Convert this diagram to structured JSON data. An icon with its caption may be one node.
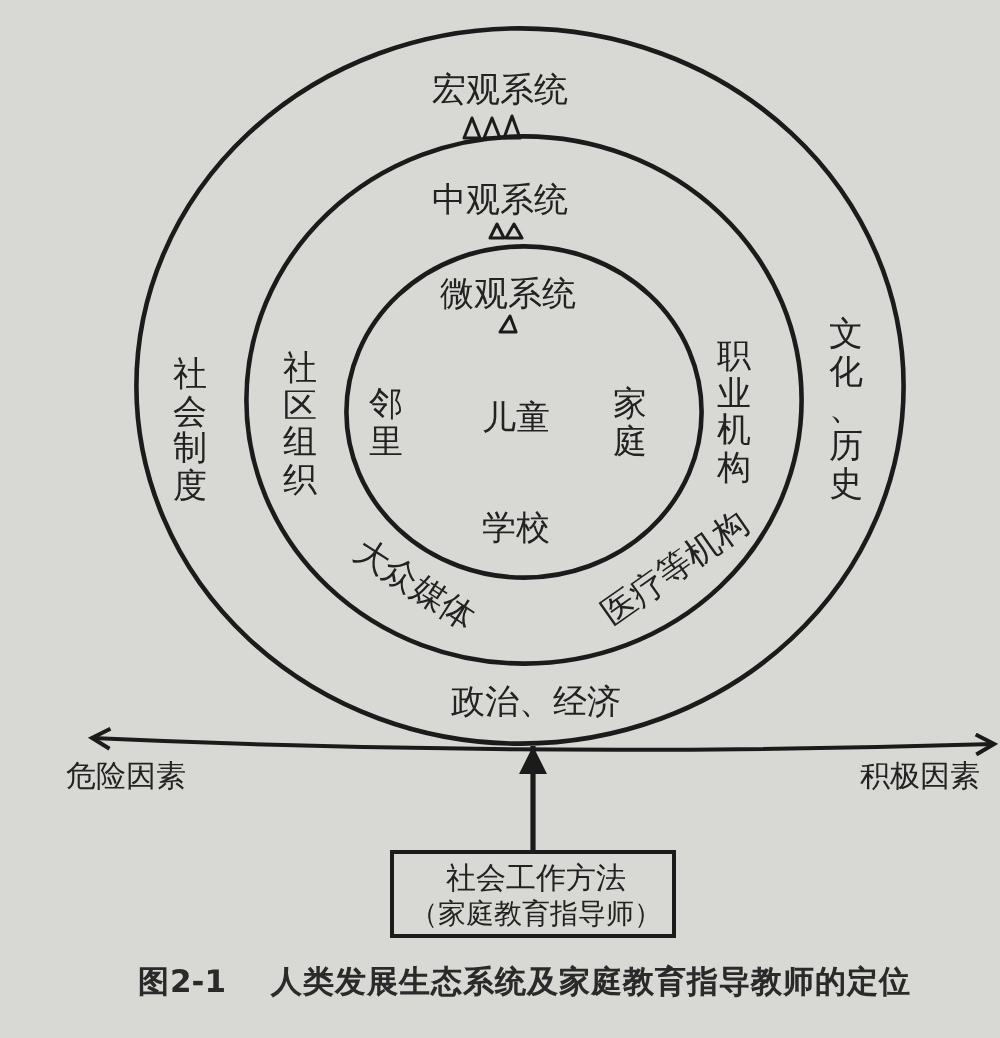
{
  "diagram": {
    "caption": "图2-1 人类发展生态系统及家庭教育指导教师的定位",
    "nodes": [
      {
        "text": [
          "宏观系统",
          "社会制度",
          "文化、历史",
          "政治、经济"
        ]
      },
      {
        "text": [
          "中观系统",
          "社区组织",
          "职业机构",
          "大众媒体",
          "医疗等机构"
        ],
        "in": 0
      },
      {
        "text": [
          "微观系统",
          "邻里",
          "儿童",
          "家庭",
          "学校"
        ],
        "in": 1
      },
      {
        "text": [
          "社会工作方法",
          "（家庭教育指导师）"
        ]
      }
    ],
    "edges": [
      {
        "from": 3,
        "to": 0,
        "arrow": "to"
      }
    ],
    "labels": [
      "危险因素",
      "积极因素"
    ]
  }
}
